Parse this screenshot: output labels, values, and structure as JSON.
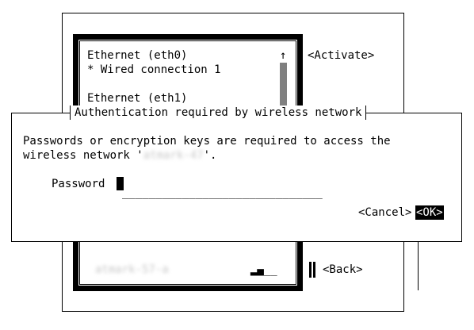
{
  "background": {
    "connection_list": {
      "rows": [
        "Ethernet (eth0)",
        "* Wired connection 1",
        "",
        "Ethernet (eth1)"
      ],
      "scroll_up_glyph": "↑",
      "scroll_down_glyph": "↓",
      "bottom_row_blurred": "atmark-57-a",
      "bottom_row_signal": "▂▄__"
    },
    "buttons": {
      "activate": "<Activate>",
      "back": "<Back>"
    }
  },
  "dialog": {
    "title": "Authentication required by wireless network",
    "message_line1": "Passwords or encryption keys are required to access the",
    "message_line2_prefix": "wireless network '",
    "network_name_blurred": "atmark-47",
    "message_line2_suffix": "'.",
    "password_label": "Password",
    "password_value": "",
    "password_field_fill": "______________________________",
    "cancel_label": "<Cancel>",
    "ok_label": "<OK>"
  }
}
